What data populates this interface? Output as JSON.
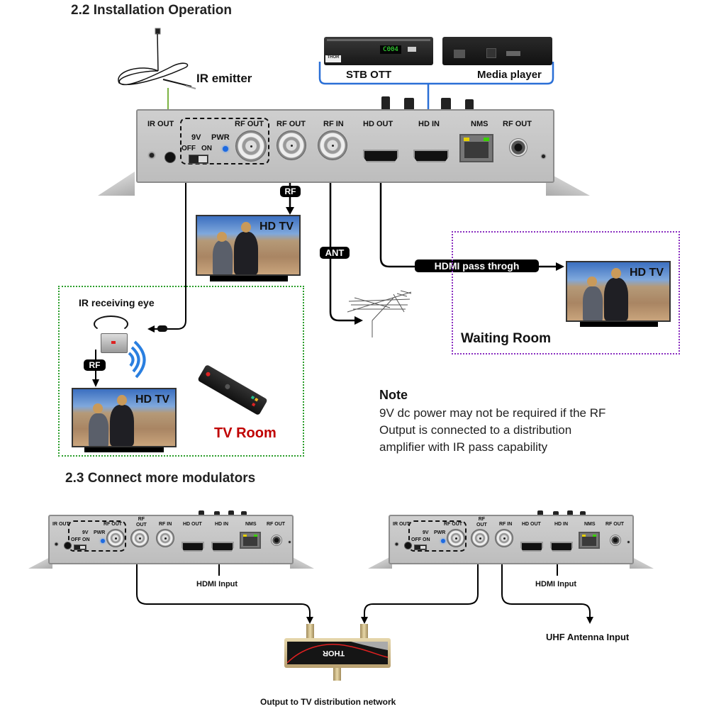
{
  "sections": {
    "installation_title": "2.2 Installation Operation",
    "connect_title": "2.3 Connect more modulators"
  },
  "sources": {
    "ir_emitter": "IR emitter",
    "stb_ott": "STB OTT",
    "stb_display": "C004",
    "media_player": "Media player"
  },
  "device_ports": {
    "ir_out": "IR OUT",
    "rf_out_boxed": "RF OUT",
    "nine_v": "9V",
    "pwr": "PWR",
    "off": "OFF",
    "on": "ON",
    "rf_out": "RF OUT",
    "rf_out_small": "RF OUT",
    "rf_in": "RF IN",
    "hd_out": "HD OUT",
    "hd_in": "HD IN",
    "nms": "NMS",
    "rf_out_dc": "RF OUT"
  },
  "connections": {
    "rf_pill": "RF",
    "ant_pill": "ANT",
    "hdmi_pass": "HDMI pass throgh",
    "rf_pill_tv_room": "RF"
  },
  "tvs": {
    "tv_label": "HD TV"
  },
  "rooms": {
    "waiting_room": "Waiting Room",
    "tv_room": "TV Room",
    "ir_receiving_eye": "IR receiving eye",
    "tv_room_color": "#c00000",
    "tv_room_border": "#2a9d2a",
    "waiting_room_border": "#8a2fc0"
  },
  "note": {
    "title": "Note",
    "line1": "9V dc power may not be required if the RF",
    "line2": "Output is connected to a distribution",
    "line3": "amplifier with IR pass capability"
  },
  "modulators": {
    "left_hdmi_input": "HDMI Input",
    "right_hdmi_input": "HDMI Input",
    "uhf_antenna": "UHF Antenna Input",
    "output_network": "Output to TV distribution network",
    "rf_out_two_line_top": "RF",
    "rf_out_two_line_bottom": "OUT"
  },
  "colors": {
    "stb_link": "#2a6fd6",
    "ir_link": "#7cb342",
    "connector_line": "#000000"
  }
}
